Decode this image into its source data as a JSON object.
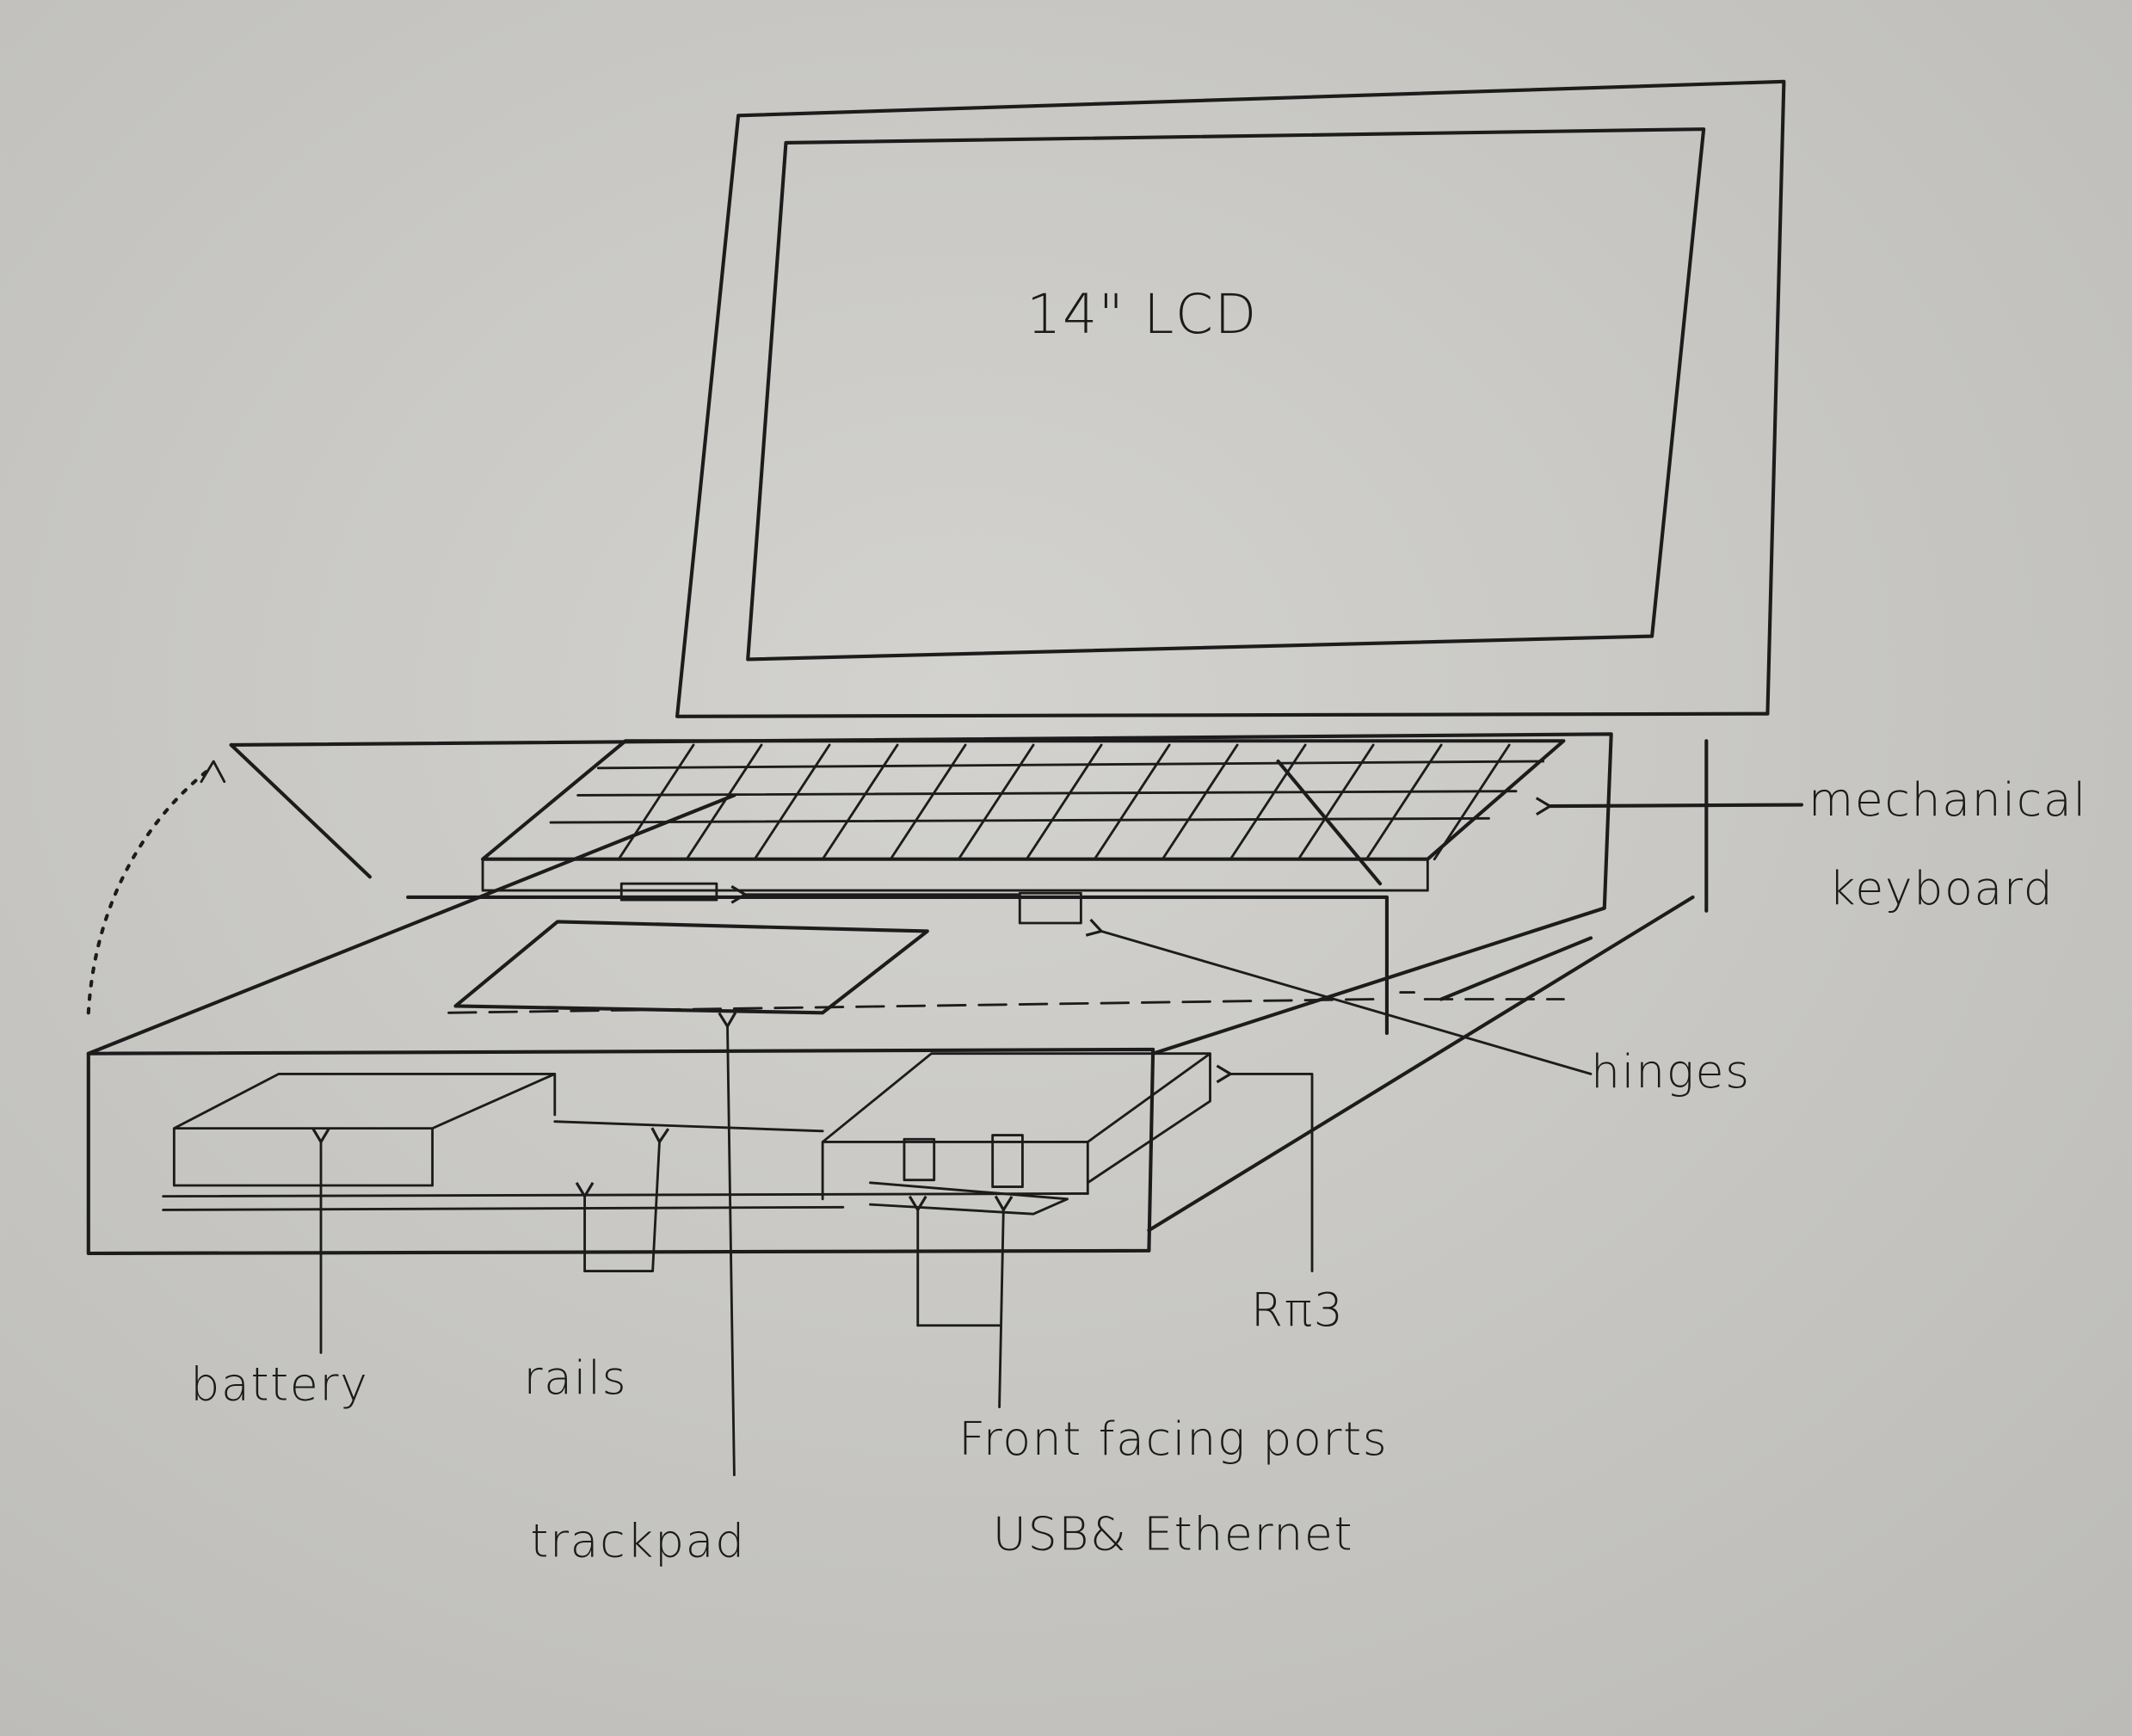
{
  "title": "Laptop sketch",
  "labels": {
    "screen": "14\" LCD",
    "keyboard_line1": "mechanical",
    "keyboard_line2": "keyboard",
    "hinges": "hinges",
    "pi": "Rπ3",
    "battery": "battery",
    "rails": "rails",
    "trackpad": "trackpad",
    "ports_line1": "Front facing ports",
    "ports_line2": "USB& Ethernet"
  },
  "colors": {
    "paper": "#c8c7c3",
    "ink": "#1c1c1c"
  }
}
